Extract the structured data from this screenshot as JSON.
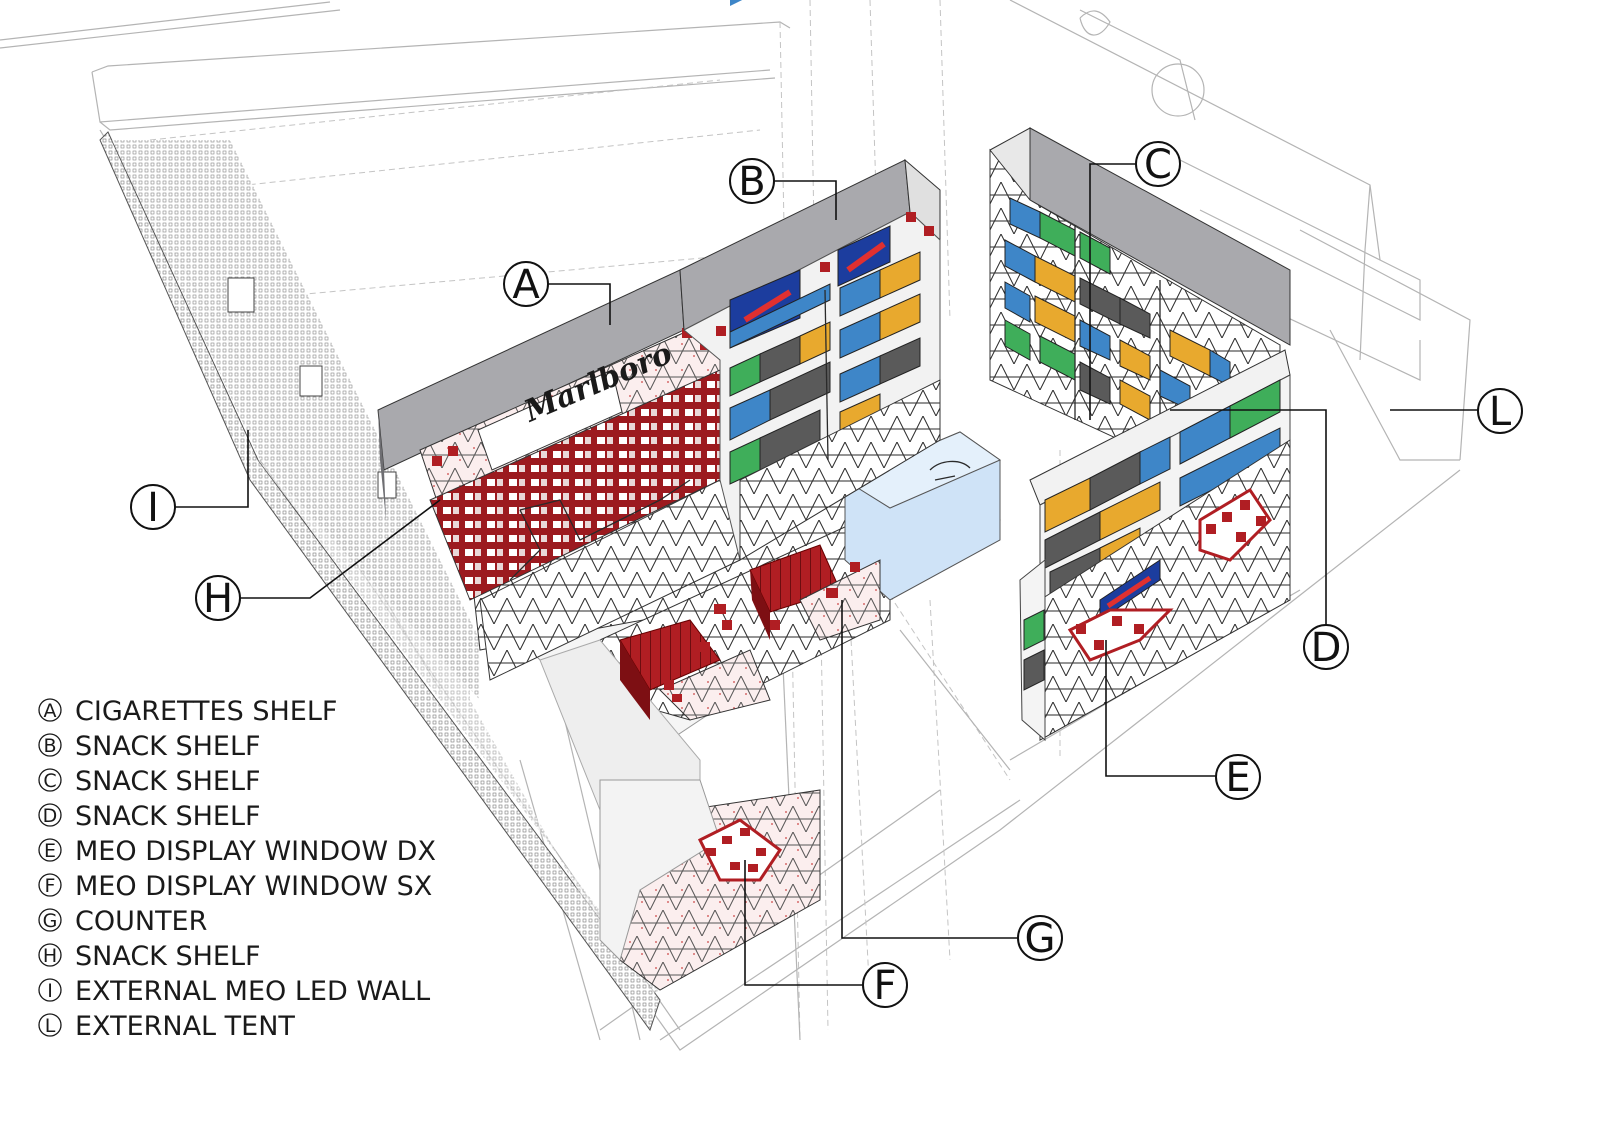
{
  "callouts": [
    {
      "id": "A",
      "letter": "A"
    },
    {
      "id": "B",
      "letter": "B"
    },
    {
      "id": "C",
      "letter": "C"
    },
    {
      "id": "D",
      "letter": "D"
    },
    {
      "id": "E",
      "letter": "E"
    },
    {
      "id": "F",
      "letter": "F"
    },
    {
      "id": "G",
      "letter": "G"
    },
    {
      "id": "H",
      "letter": "H"
    },
    {
      "id": "I",
      "letter": "I"
    },
    {
      "id": "L",
      "letter": "L"
    }
  ],
  "legend": [
    {
      "key": "A",
      "label": "CIGARETTES SHELF"
    },
    {
      "key": "B",
      "label": "SNACK SHELF"
    },
    {
      "key": "C",
      "label": "SNACK SHELF"
    },
    {
      "key": "D",
      "label": "SNACK SHELF"
    },
    {
      "key": "E",
      "label": "MEO DISPLAY WINDOW DX"
    },
    {
      "key": "F",
      "label": "MEO DISPLAY WINDOW SX"
    },
    {
      "key": "G",
      "label": "COUNTER"
    },
    {
      "key": "H",
      "label": "SNACK SHELF"
    },
    {
      "key": "I",
      "label": "EXTERNAL MEO LED WALL"
    },
    {
      "key": "L",
      "label": "EXTERNAL TENT"
    }
  ],
  "brand_text": "Marlboro",
  "colors": {
    "shelf_red": "#b01e23",
    "product_blue": "#3e86c8",
    "product_yellow": "#e8a92e",
    "product_green": "#3fae5a",
    "product_gray": "#5a5a5a",
    "header_gray": "#a9a9ad",
    "glass_blue": "#cfe3f7",
    "lattice": "#2a2a2a"
  }
}
